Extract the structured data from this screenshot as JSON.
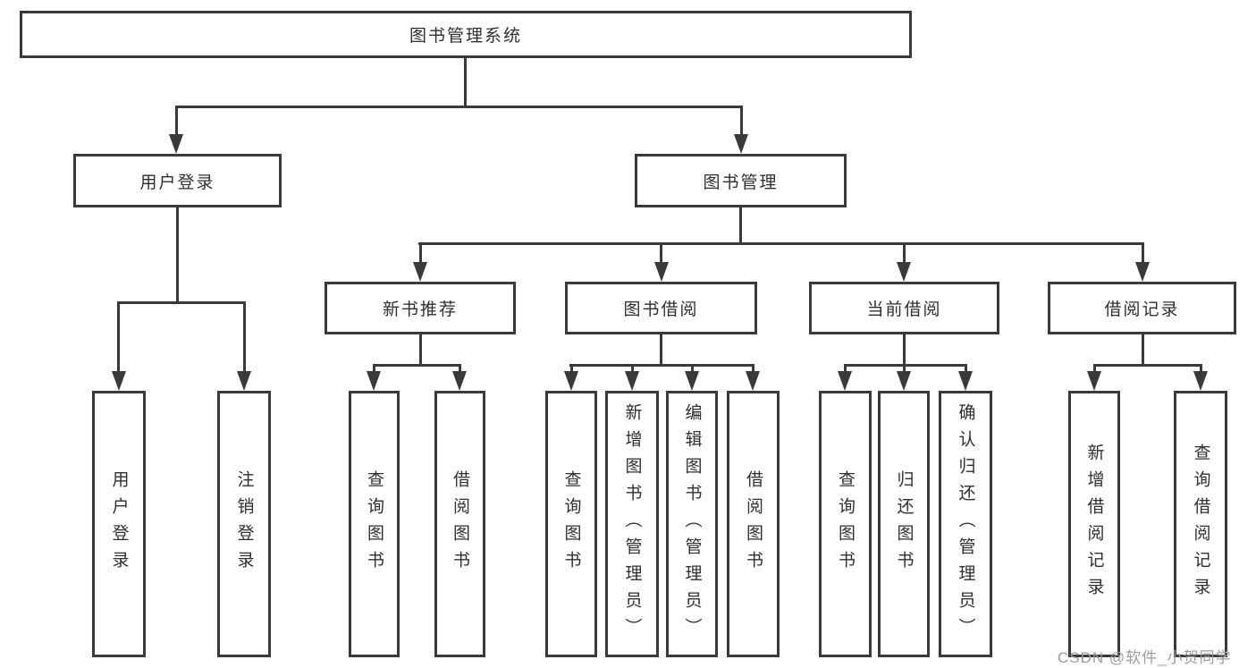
{
  "diagram_type": "hierarchy-tree",
  "tree": {
    "label": "图书管理系统",
    "children": [
      {
        "label": "用户登录",
        "children": [
          {
            "label": "用户登录"
          },
          {
            "label": "注销登录"
          }
        ]
      },
      {
        "label": "图书管理",
        "children": [
          {
            "label": "新书推荐",
            "children": [
              {
                "label": "查询图书"
              },
              {
                "label": "借阅图书"
              }
            ]
          },
          {
            "label": "图书借阅",
            "children": [
              {
                "label": "查询图书"
              },
              {
                "label": "新增图书（管理员）"
              },
              {
                "label": "编辑图书（管理员）"
              },
              {
                "label": "借阅图书"
              }
            ]
          },
          {
            "label": "当前借阅",
            "children": [
              {
                "label": "查询图书"
              },
              {
                "label": "归还图书"
              },
              {
                "label": "确认归还（管理员）"
              }
            ]
          },
          {
            "label": "借阅记录",
            "children": [
              {
                "label": "新增借阅记录"
              },
              {
                "label": "查询借阅记录"
              }
            ]
          }
        ]
      }
    ]
  },
  "watermark": {
    "text": "CSDN @软件_小贺同学"
  },
  "colors": {
    "line": "#3a3a3a",
    "box_background": "#ffffff",
    "text": "#2f2f2f",
    "watermark": "#9c9c9c"
  }
}
